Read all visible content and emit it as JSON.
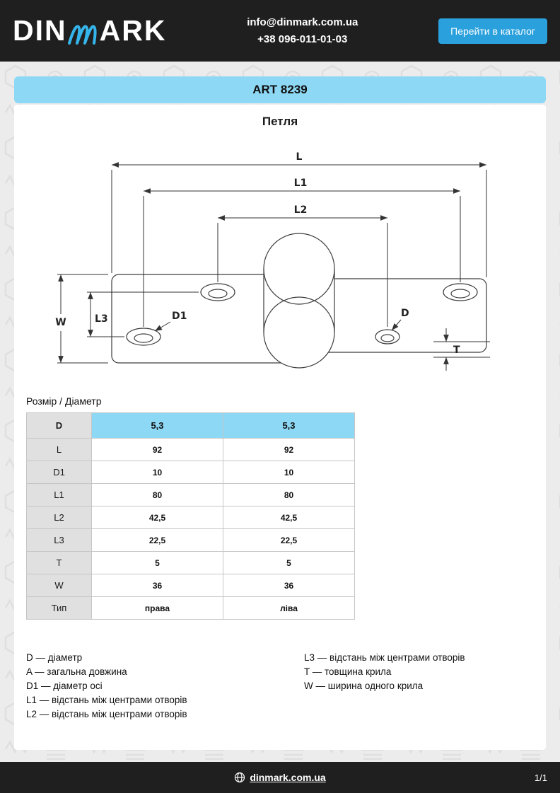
{
  "colors": {
    "accent_blue": "#2aa0dc",
    "light_blue": "#8dd8f5",
    "dark_bar": "#1f1f1f",
    "logo_cyan": "#35b5ea"
  },
  "header": {
    "logo_part1": "DIN",
    "logo_part2": "ARK",
    "email": "info@dinmark.com.ua",
    "phone": "+38 096-011-01-03",
    "catalog_button_label": "Перейти в каталог"
  },
  "art_banner": "ART 8239",
  "product_title": "Петля",
  "drawing": {
    "labels": {
      "l": "L",
      "l1": "L1",
      "l2": "L2",
      "w": "W",
      "l3": "L3",
      "d1": "D1",
      "d": "D",
      "t": "T"
    }
  },
  "size_section": {
    "caption": "Розмір / Діаметр"
  },
  "table": {
    "rows": [
      {
        "param": "D",
        "v1": "5,3",
        "v2": "5,3"
      },
      {
        "param": "L",
        "v1": "92",
        "v2": "92"
      },
      {
        "param": "D1",
        "v1": "10",
        "v2": "10"
      },
      {
        "param": "L1",
        "v1": "80",
        "v2": "80"
      },
      {
        "param": "L2",
        "v1": "42,5",
        "v2": "42,5"
      },
      {
        "param": "L3",
        "v1": "22,5",
        "v2": "22,5"
      },
      {
        "param": "T",
        "v1": "5",
        "v2": "5"
      },
      {
        "param": "W",
        "v1": "36",
        "v2": "36"
      },
      {
        "param": "Тип",
        "v1": "права",
        "v2": "ліва"
      }
    ]
  },
  "legend": {
    "left": [
      "D — діаметр",
      "A — загальна довжина",
      "D1 — діаметр осі",
      "L1 — відстань між центрами отворів",
      "L2 — відстань між центрами отворів"
    ],
    "right": [
      "L3 — відстань між центрами отворів",
      "T — товщина крила",
      "W — ширина одного крила"
    ]
  },
  "footer": {
    "site": "dinmark.com.ua",
    "page": "1/1"
  }
}
